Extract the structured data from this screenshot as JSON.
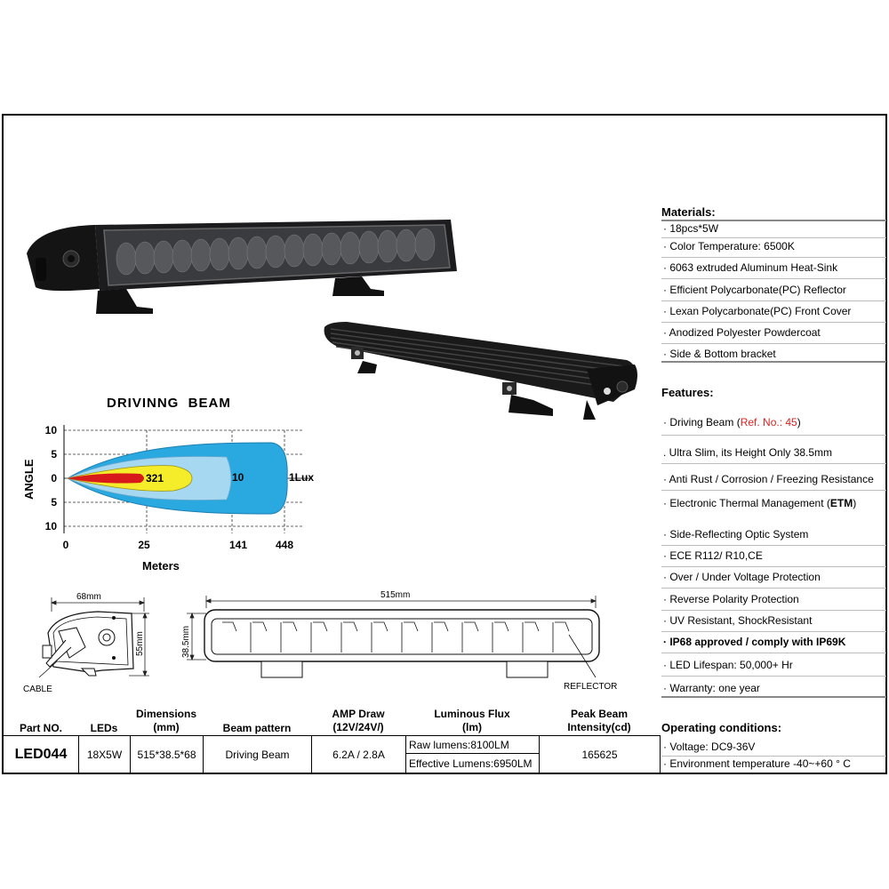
{
  "materials": {
    "title": "Materials:",
    "items": [
      "· 18pcs*5W",
      "· Color Temperature: 6500K",
      "· 6063 extruded Aluminum Heat-Sink",
      "· Efficient Polycarbonate(PC) Reflector",
      "· Lexan Polycarbonate(PC) Front Cover",
      "· Anodized Polyester Powdercoat",
      "· Side & Bottom bracket"
    ]
  },
  "features": {
    "title": "Features:",
    "driving_beam_prefix": "· Driving Beam (",
    "driving_beam_ref": "Ref. No.: 45",
    "driving_beam_suffix": ")",
    "ultra_slim": ". Ultra Slim, its Height Only 38.5mm",
    "anti_rust": "· Anti Rust / Corrosion / Freezing Resistance",
    "etm_prefix": "· Electronic Thermal Management (",
    "etm_bold": "ETM",
    "etm_suffix": ")",
    "side_reflecting": "· Side-Reflecting Optic System",
    "ece": "· ECE R112/ R10,CE",
    "voltage_protection": "· Over / Under Voltage Protection",
    "reverse_polarity": "· Reverse Polarity Protection",
    "uv": "· UV Resistant, ShockResistant",
    "ip68": "· IP68 approved / comply with IP69K",
    "lifespan": "· LED Lifespan: 50,000+ Hr",
    "warranty": "· Warranty: one year"
  },
  "operating": {
    "title": "Operating conditions:",
    "voltage": "· Voltage: DC9-36V",
    "environment": "· Environment temperature -40~+60 ° C"
  },
  "beam_chart": {
    "title": "DRIVINNG  BEAM",
    "ylabel": "ANGLE",
    "xlabel": "Meters",
    "y_ticks": [
      "10",
      "5",
      "0",
      "5",
      "10"
    ],
    "x_ticks": [
      "0",
      "25",
      "141",
      "448"
    ],
    "lux_labels": [
      "321",
      "10",
      "1Lux"
    ]
  },
  "drawings": {
    "side_width": "68mm",
    "side_height": "55mm",
    "cable": "CABLE",
    "front_width": "515mm",
    "front_height": "38.5mm",
    "reflector": "REFLECTOR"
  },
  "table": {
    "headers": {
      "part_no": "Part NO.",
      "leds": "LEDs",
      "dimensions": "Dimensions",
      "dimensions_unit": "(mm)",
      "beam": "Beam pattern",
      "amp": "AMP Draw",
      "amp_unit": "(12V/24V/)",
      "flux": "Luminous Flux",
      "flux_unit": "(lm)",
      "peak": "Peak Beam",
      "peak_unit": "Intensity(cd)"
    },
    "row": {
      "part_no": "LED044",
      "leds": "18X5W",
      "dimensions": "515*38.5*68",
      "beam": "Driving Beam",
      "amp": "6.2A / 2.8A",
      "raw_lumens": "Raw lumens:8100LM",
      "effective_lumens": "Effective Lumens:6950LM",
      "peak": "165625"
    }
  },
  "colors": {
    "lux1": "#2aa8e0",
    "lux10": "#a6d8f2",
    "lux321": "#f5ec2a",
    "core": "#d81a1a",
    "bar_body": "#1d1d1f"
  }
}
